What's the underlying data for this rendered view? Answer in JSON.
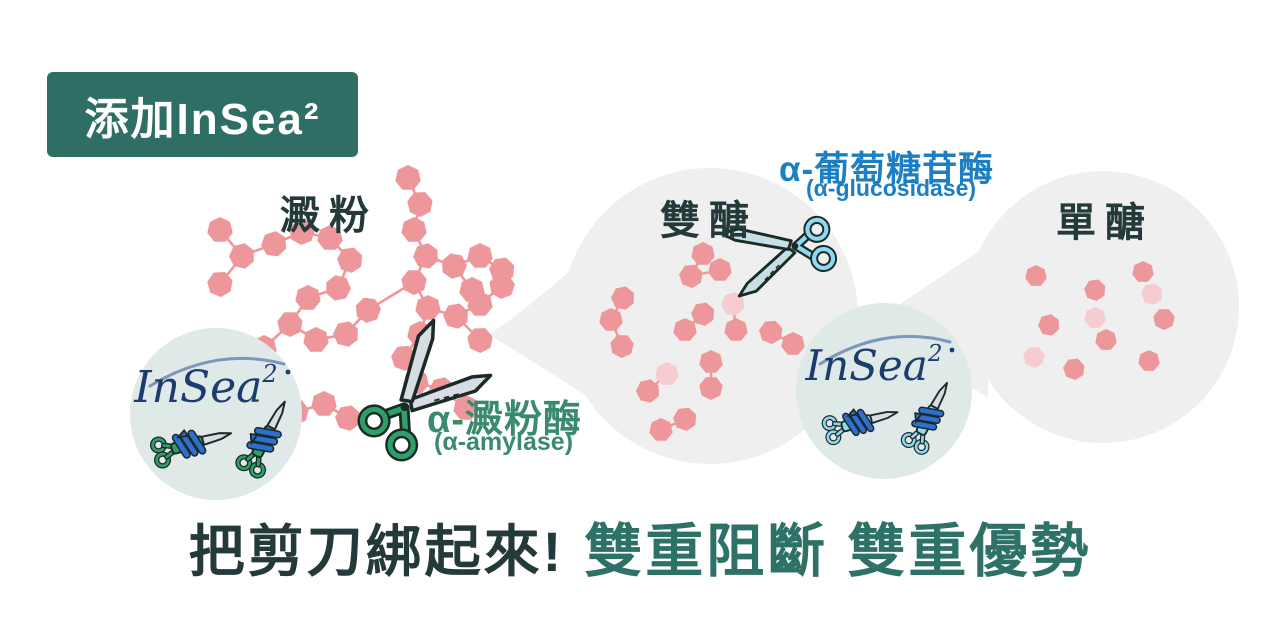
{
  "colors": {
    "badge_bg": "#2E6E64",
    "hex_pink": "#EE979B",
    "hex_pink_light": "#F6CCD1",
    "label_dark": "#24393A",
    "amylase_green": "#3A8A6D",
    "glucosidase_blue": "#1C7FC4",
    "logo_navy": "#1D3C6E",
    "tagline_teal": "#2D7167",
    "circle_gray": "#F0EFF0",
    "insea_circle": "#DFE9E8",
    "scissor_green": "#2F9E68",
    "scissor_blue": "#8FD8F0",
    "rope_blue": "#2F6FD0",
    "outline_dark": "#1A2A26",
    "blade_gray": "#D7DDE2"
  },
  "badge": {
    "label": "添加InSea²"
  },
  "molecules": {
    "starch": "澱粉",
    "disaccharide": "雙醣",
    "monosaccharide": "單醣"
  },
  "enzymes": {
    "amylase": {
      "zh": "α-澱粉酶",
      "en": "(α-amylase)"
    },
    "glucosidase": {
      "zh": "α-葡萄糖苷酶",
      "en": "(α-glucosidase)"
    }
  },
  "insea_logo": {
    "name": "InSea",
    "sup": "2"
  },
  "tagline": {
    "lead": "把剪刀綁起來!",
    "emphasis": "雙重阻斷 雙重優勢"
  }
}
